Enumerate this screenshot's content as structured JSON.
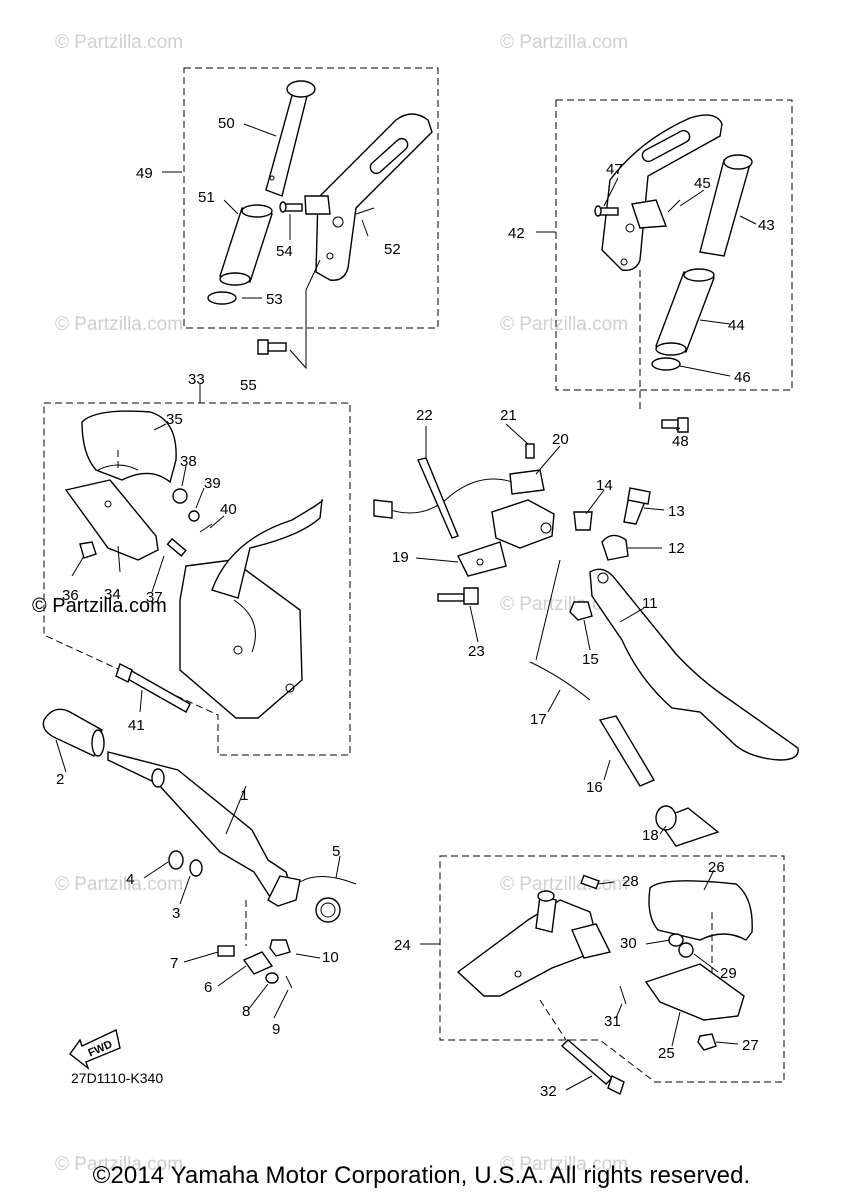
{
  "watermark": "© Partzilla.com",
  "callouts": [
    "1",
    "2",
    "3",
    "4",
    "5",
    "6",
    "7",
    "8",
    "9",
    "10",
    "11",
    "12",
    "13",
    "14",
    "15",
    "16",
    "17",
    "18",
    "19",
    "20",
    "21",
    "22",
    "23",
    "24",
    "25",
    "26",
    "27",
    "28",
    "29",
    "30",
    "31",
    "32",
    "33",
    "34",
    "35",
    "36",
    "37",
    "38",
    "39",
    "40",
    "41",
    "42",
    "43",
    "44",
    "45",
    "46",
    "47",
    "48",
    "49",
    "50",
    "51",
    "52",
    "53",
    "54",
    "55"
  ],
  "fwd_label": "FWD",
  "diagram_code": "27D1110-K340",
  "copyright": "©2014 Yamaha Motor Corporation, U.S.A. All rights reserved."
}
